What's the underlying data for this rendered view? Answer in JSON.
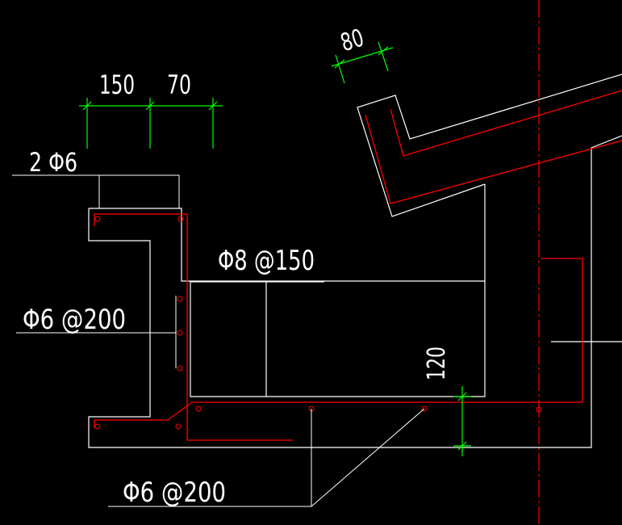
{
  "colors": {
    "background": "#000000",
    "outline": "#ffffff",
    "rebar": "#ff0000",
    "dimension": "#00ff00",
    "centerline": "#ff0000"
  },
  "dimensions": {
    "d150": "150",
    "d70": "70",
    "d80": "80",
    "d120": "120"
  },
  "labels": {
    "top_bars": "2 Φ6",
    "stirrup": "Φ8 @150",
    "wall_bars": "Φ6 @200",
    "bottom_bars": "Φ6 @200"
  }
}
